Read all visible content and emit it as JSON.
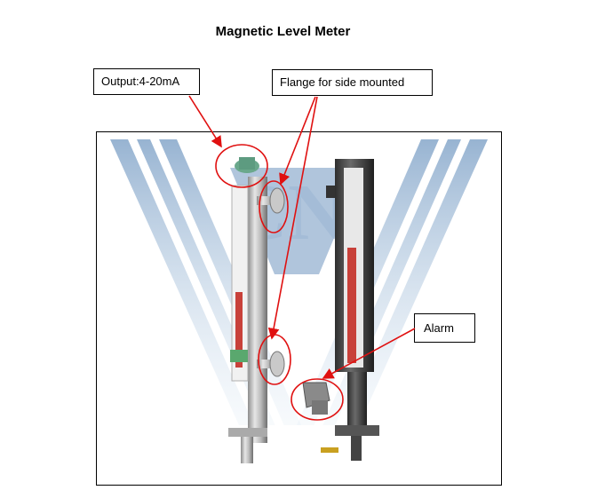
{
  "title": "Magnetic Level Meter",
  "callouts": {
    "output": "Output:4-20mA",
    "flange": "Flange for side mounted",
    "alarm": "Alarm"
  },
  "colors": {
    "annotation_red": "#e01010",
    "watermark_blue": "#7fa3c8",
    "scale_red": "#c8413a"
  }
}
